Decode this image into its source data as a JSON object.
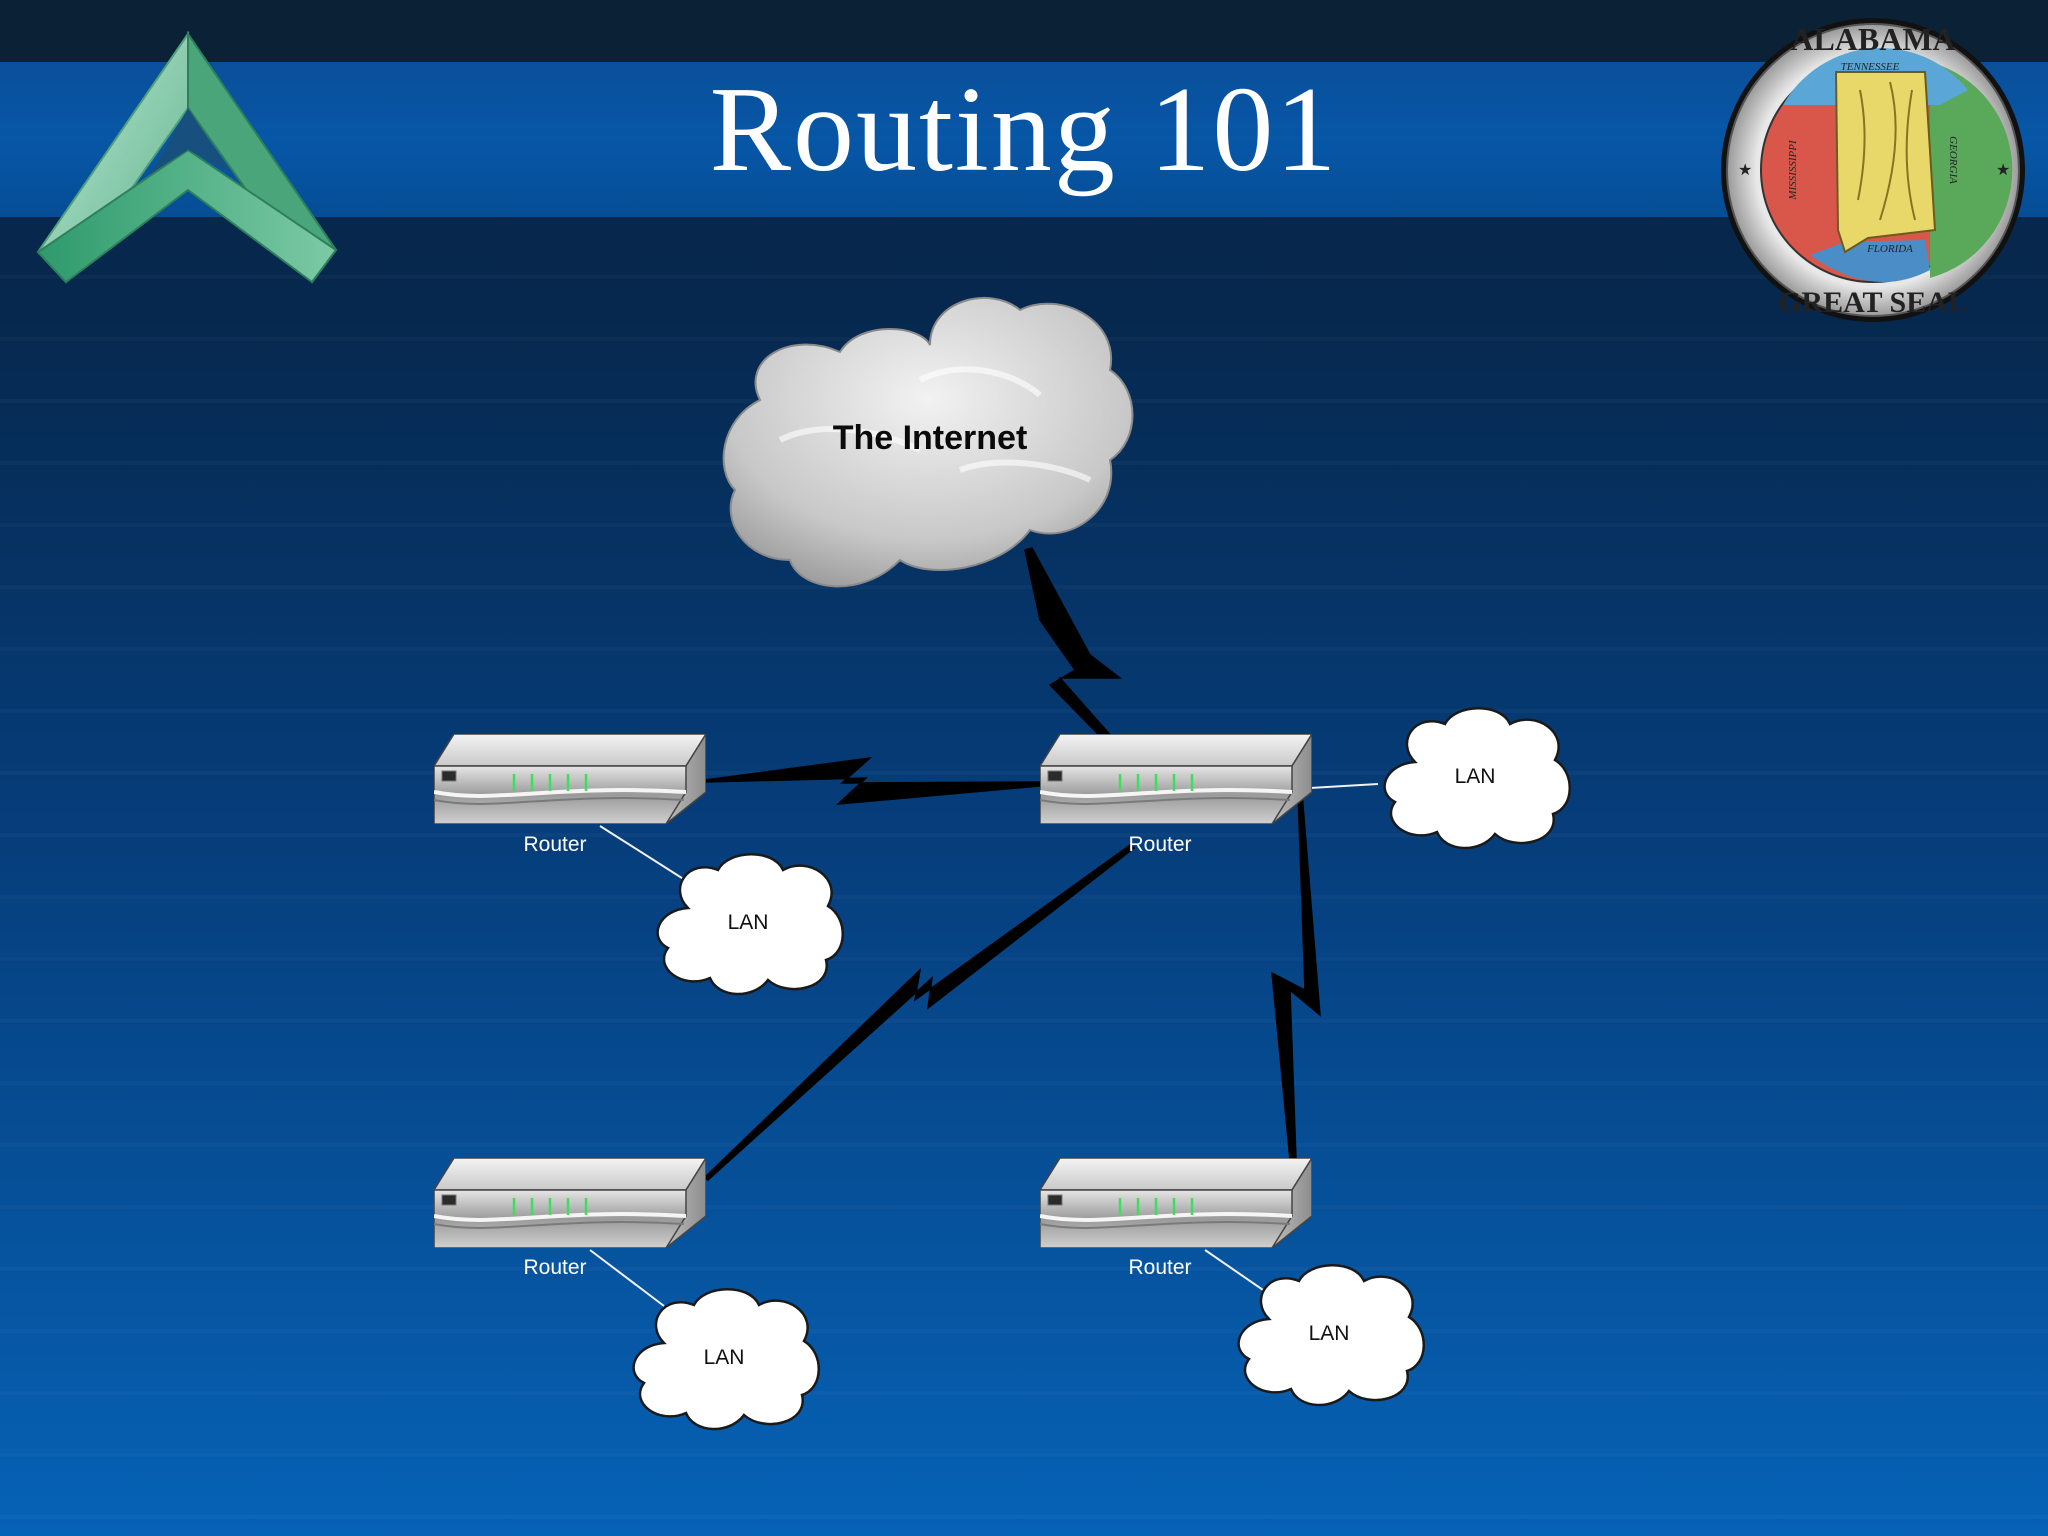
{
  "slide": {
    "title": "Routing 101"
  },
  "diagram": {
    "internet_label": "The Internet",
    "router_labels": [
      "Router",
      "Router",
      "Router",
      "Router"
    ],
    "lan_labels": [
      "LAN",
      "LAN",
      "LAN",
      "LAN"
    ]
  },
  "seal": {
    "top_text": "ALABAMA",
    "bottom_text": "GREAT SEAL",
    "north": "TENNESSEE",
    "west": "MISSISSIPPI",
    "east": "GEORGIA",
    "south": "FLORIDA"
  },
  "colors": {
    "title_band": "#0757a7",
    "logo_green": "#7fc9a8",
    "led_green": "#39e05a"
  }
}
